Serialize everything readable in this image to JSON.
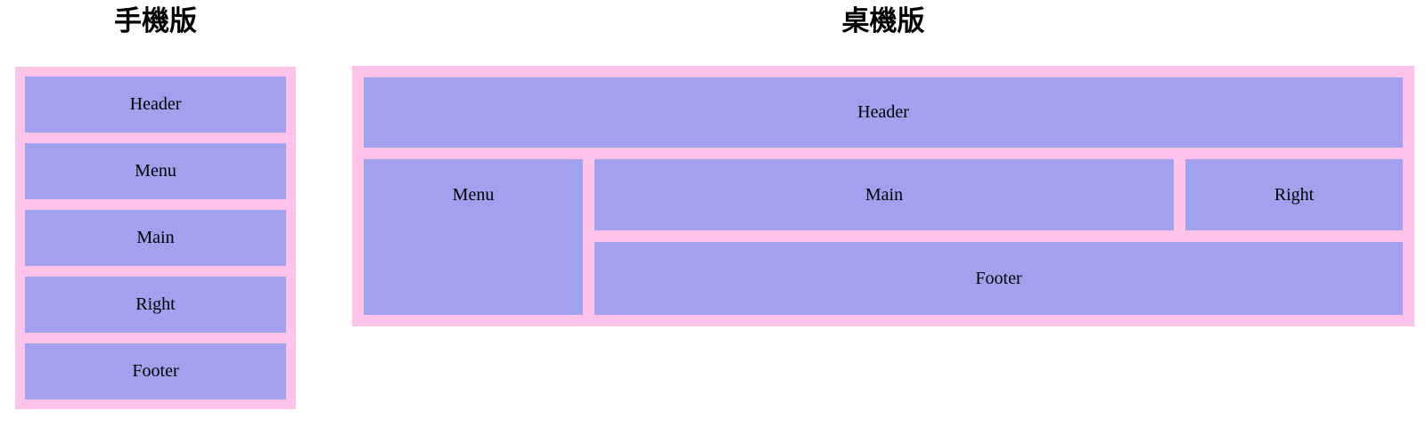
{
  "colors": {
    "panel_pink": "#ffc2e8",
    "box_purple": "#a1a1ee",
    "label_text": "#000000",
    "title_text": "#000000",
    "page_bg": "#ffffff"
  },
  "mobile": {
    "title": "手機版",
    "labels": [
      "Header",
      "Menu",
      "Main",
      "Right",
      "Footer"
    ]
  },
  "desktop": {
    "title": "桌機版",
    "labels": {
      "header": "Header",
      "menu": "Menu",
      "main": "Main",
      "right": "Right",
      "footer": "Footer"
    }
  }
}
